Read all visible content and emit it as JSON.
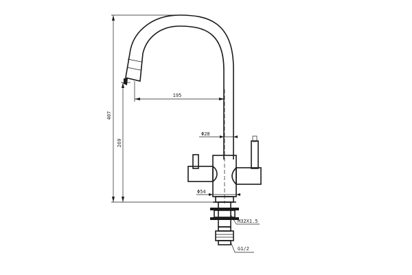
{
  "drawing": {
    "dimensions": {
      "total_height": "407",
      "spout_height": "269",
      "reach": "195",
      "body_diameter": "Φ28",
      "base_diameter": "Φ54",
      "mount_thread": "M32X1.5",
      "inlet_thread": "G1/2"
    },
    "colors": {
      "line": "#1a1a1a",
      "background": "#ffffff"
    }
  }
}
